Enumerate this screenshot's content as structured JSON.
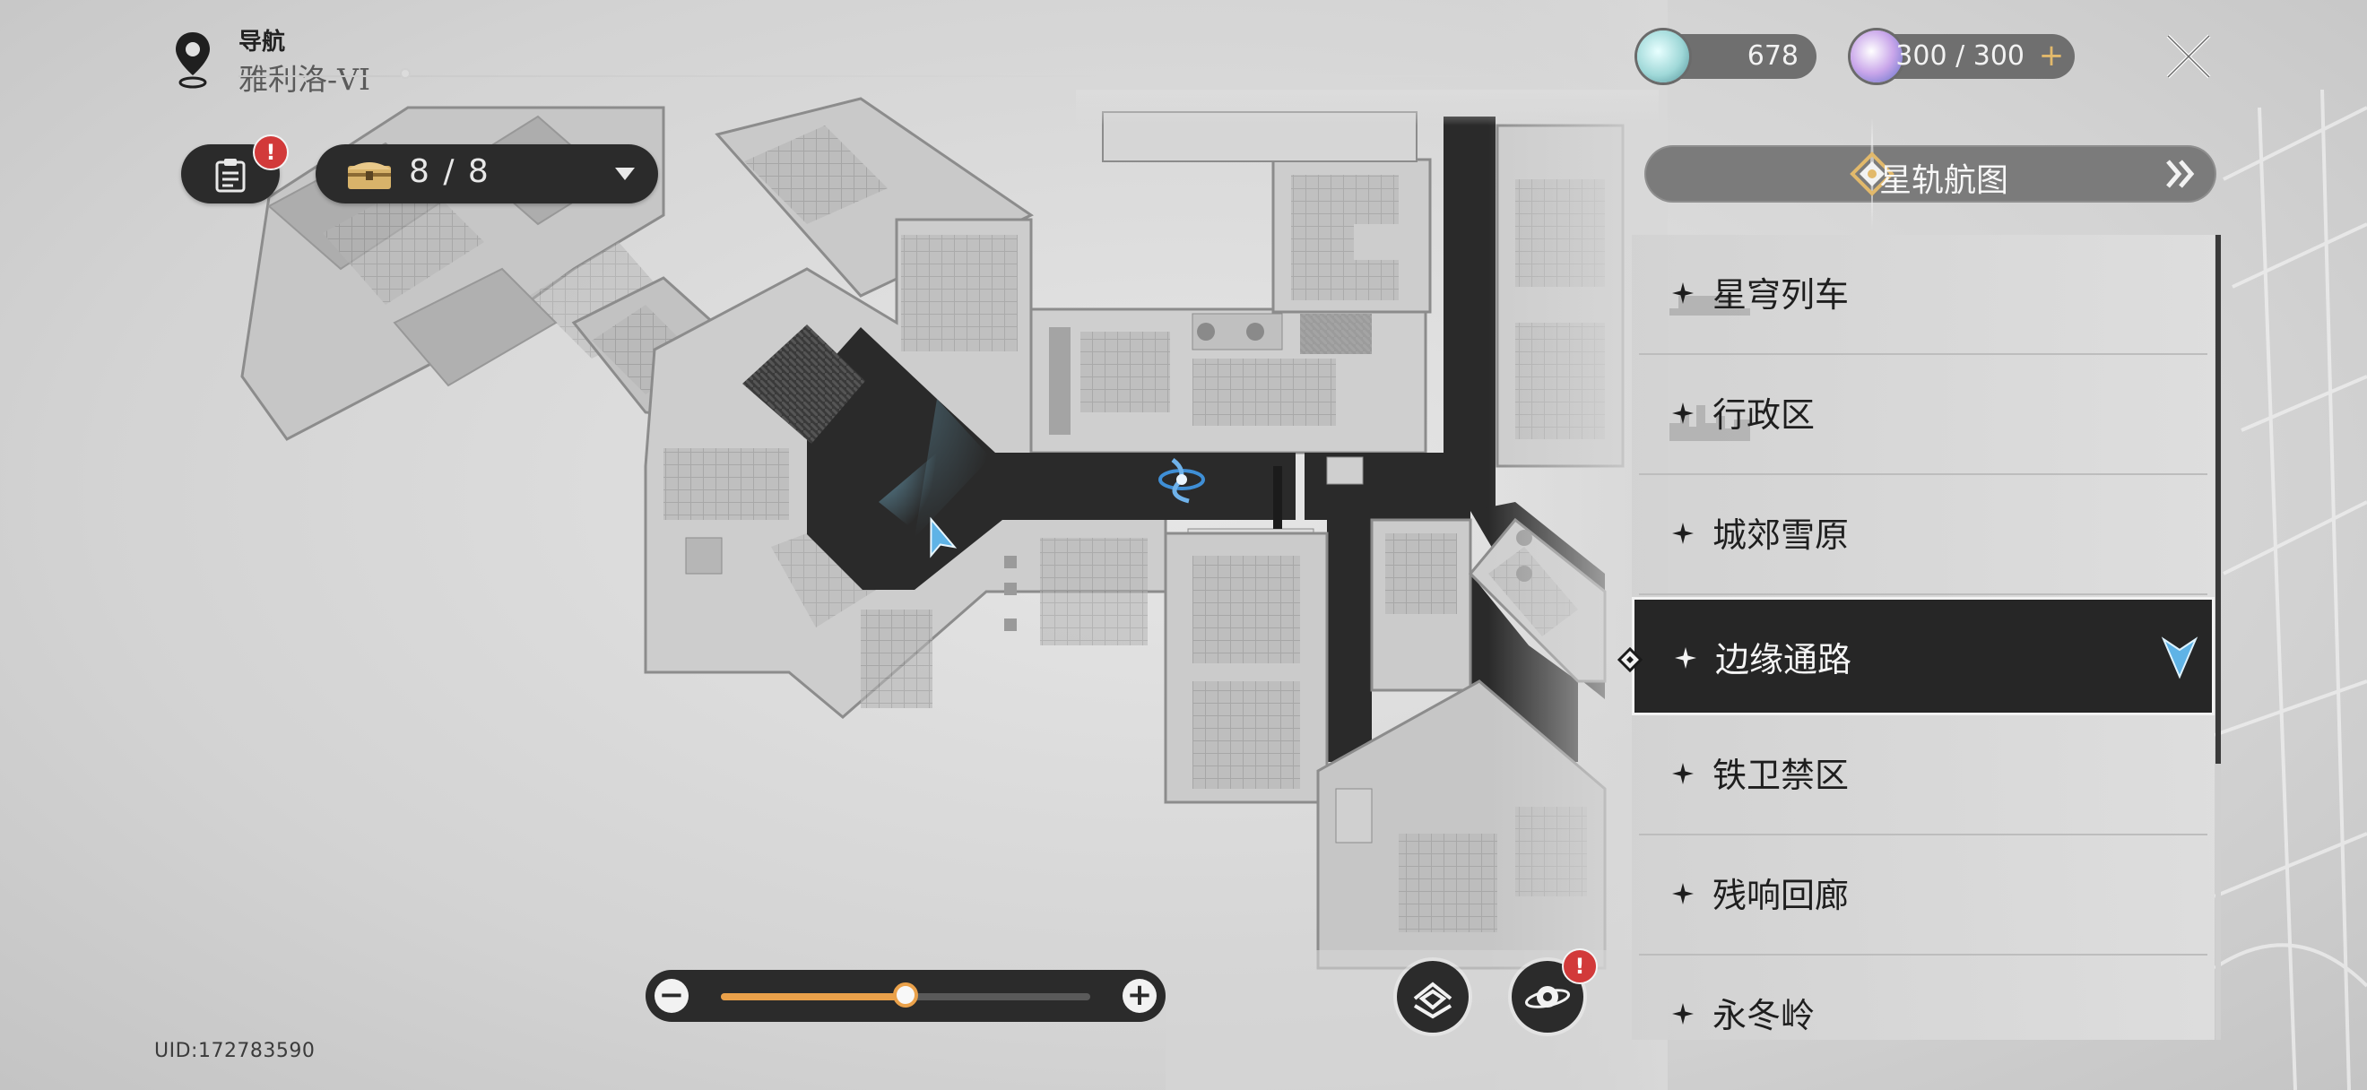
{
  "header": {
    "title": "导航",
    "subtitle": "雅利洛-VI"
  },
  "tasks": {
    "badge": "!"
  },
  "chests": {
    "count": "8 / 8"
  },
  "currencies": [
    {
      "name": "stellar-jade",
      "value": "678",
      "color": "#9fd8d8"
    },
    {
      "name": "trailblaze-power",
      "value": "300 / 300",
      "color": "#c9a6ea"
    }
  ],
  "star_rail": {
    "label": "星轨航图"
  },
  "regions": [
    {
      "label": "星穹列车",
      "selected": false
    },
    {
      "label": "行政区",
      "selected": false
    },
    {
      "label": "城郊雪原",
      "selected": false
    },
    {
      "label": "边缘通路",
      "selected": true
    },
    {
      "label": "铁卫禁区",
      "selected": false
    },
    {
      "label": "残响回廊",
      "selected": false
    },
    {
      "label": "永冬岭",
      "selected": false
    }
  ],
  "zoom": {
    "level": 0.5
  },
  "bottom_buttons": {
    "planet_badge": "!"
  },
  "uid": "UID:172783590",
  "colors": {
    "accent_orange": "#eaa14a",
    "player_arrow": "#5fb3e6",
    "badge_red": "#d23a3a"
  }
}
